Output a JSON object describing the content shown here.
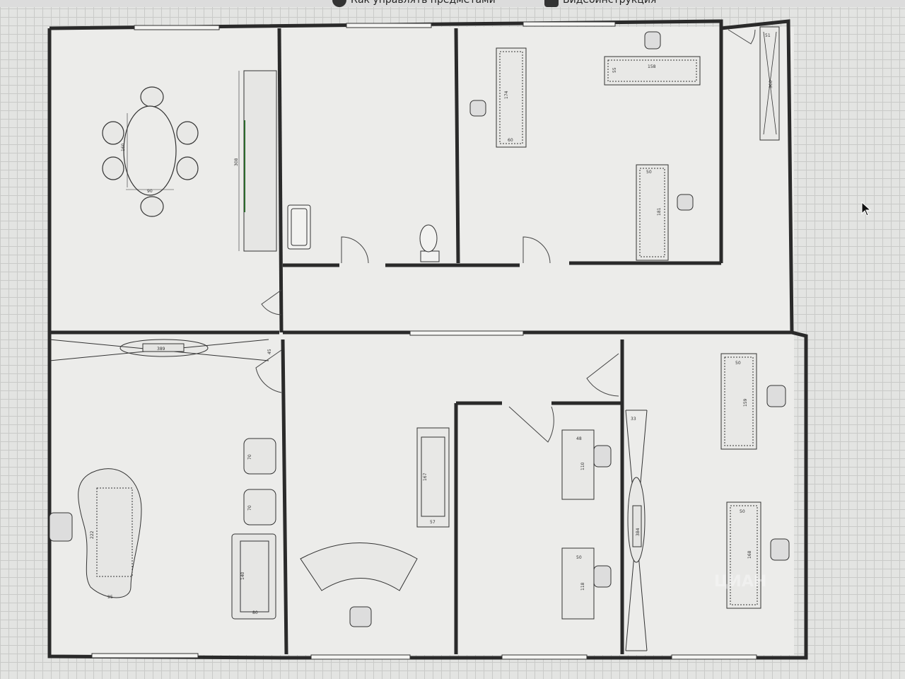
{
  "toolbar": {
    "howto_label": "Как управлять предметами",
    "video_label": "Видеоинструкция",
    "howto_icon": "info-icon",
    "video_icon": "video-play-icon"
  },
  "plan": {
    "dims": {
      "meeting_table_len": "160",
      "meeting_table_w": "90",
      "cabinet_top_left": "308",
      "desk_a_len": "174",
      "desk_a_w": "60",
      "desk_b_len": "158",
      "desk_b_w": "55",
      "wardrobe_w": "51",
      "wardrobe_len": "300",
      "desk_c_w": "50",
      "desk_c_len": "181",
      "partition_top": "389",
      "partition_gap": "45",
      "chair_a": "70",
      "chair_b": "70",
      "sofa_len": "140",
      "sofa_w": "80",
      "boss_desk_len": "222",
      "boss_desk_w": "95",
      "reception_len": "167",
      "reception_w": "57",
      "desk_d_w": "48",
      "desk_d_len": "110",
      "desk_e_w": "50",
      "desk_e_len": "118",
      "partition_right": "384",
      "partition_right_w": "33",
      "desk_f_w": "50",
      "desk_f_len": "159",
      "desk_g_w": "50",
      "desk_g_len": "168"
    }
  },
  "watermark": "ЦИАН"
}
